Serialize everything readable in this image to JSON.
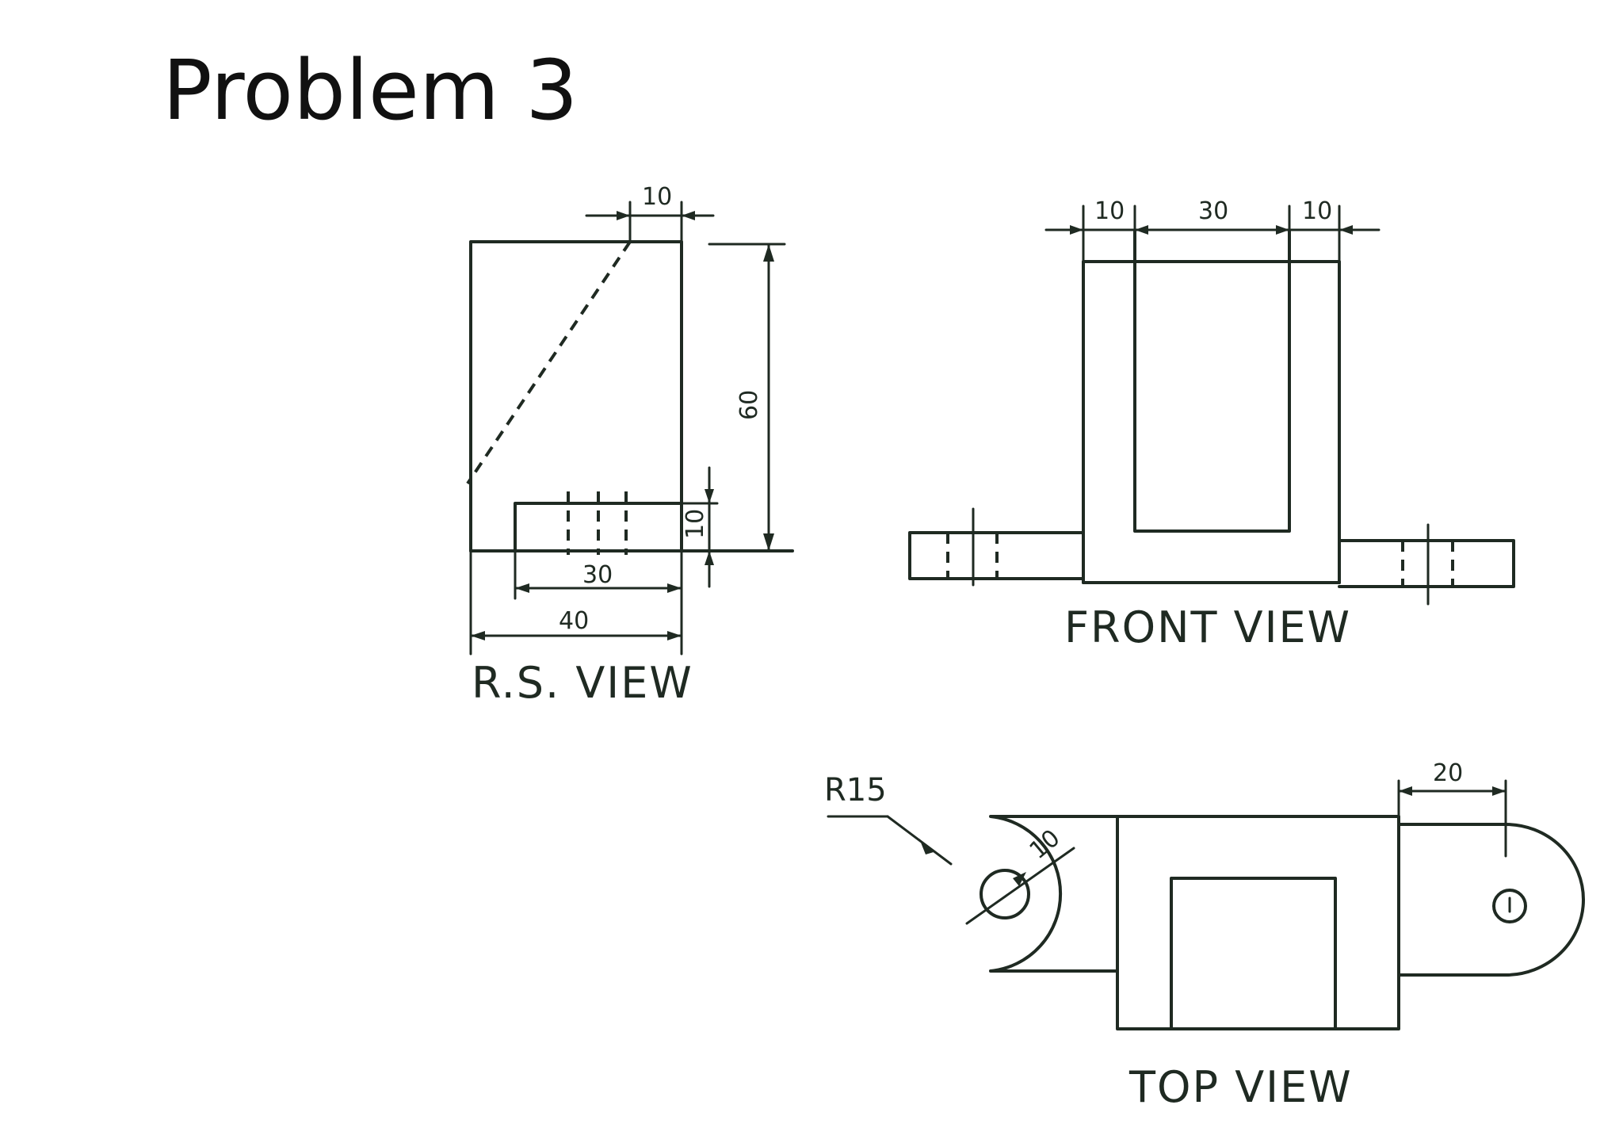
{
  "slide": {
    "title": "Problem 3"
  },
  "views": {
    "side": {
      "label": "R.S. VIEW"
    },
    "front": {
      "label": "FRONT VIEW"
    },
    "top": {
      "label": "TOP VIEW"
    }
  },
  "dimensions": {
    "side_top_width": "10",
    "side_height": "60",
    "side_base_thickness": "10",
    "side_hole_span": "30",
    "side_total_width": "40",
    "front_left_wall": "10",
    "front_opening": "30",
    "front_right_wall": "10",
    "top_radius": "R15",
    "top_hole_dia": "10",
    "top_center_distance": "20"
  }
}
